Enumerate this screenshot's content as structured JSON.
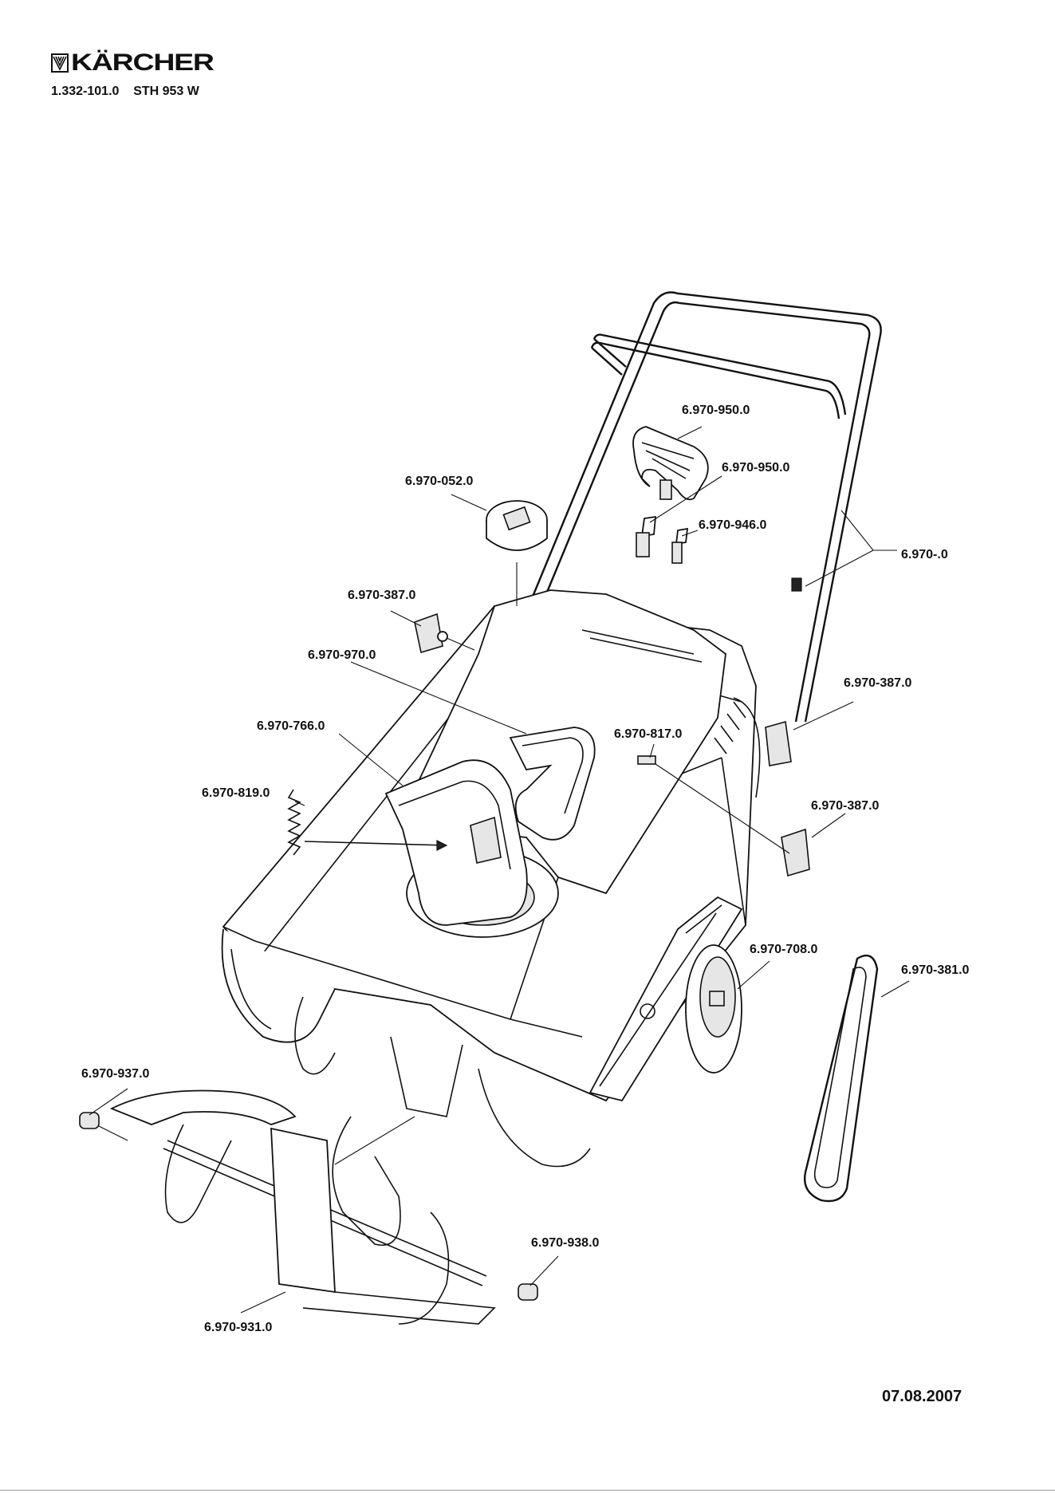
{
  "header": {
    "brand": "KÄRCHER",
    "part_number": "1.332-101.0",
    "model": "STH 953 W"
  },
  "footer": {
    "date": "07.08.2007"
  },
  "part_labels": [
    {
      "id": "handle",
      "text": "6.970-950.0"
    },
    {
      "id": "handle-bolt",
      "text": "6.970-950.0"
    },
    {
      "id": "bolt-946",
      "text": "6.970-946.0"
    },
    {
      "id": "frame-handle",
      "text": "6.970-.0"
    },
    {
      "id": "fuel-cap",
      "text": "6.970-052.0"
    },
    {
      "id": "knob-387-left",
      "text": "6.970-387.0"
    },
    {
      "id": "chute-crank",
      "text": "6.970-970.0"
    },
    {
      "id": "chute",
      "text": "6.970-766.0"
    },
    {
      "id": "spring",
      "text": "6.970-819.0"
    },
    {
      "id": "bolt-817",
      "text": "6.970-817.0"
    },
    {
      "id": "knob-387-right-top",
      "text": "6.970-387.0"
    },
    {
      "id": "knob-387-right-bottom",
      "text": "6.970-387.0"
    },
    {
      "id": "wheel",
      "text": "6.970-708.0"
    },
    {
      "id": "belt",
      "text": "6.970-381.0"
    },
    {
      "id": "bearing-left",
      "text": "6.970-937.0"
    },
    {
      "id": "bearing-right",
      "text": "6.970-938.0"
    },
    {
      "id": "auger",
      "text": "6.970-931.0"
    }
  ]
}
